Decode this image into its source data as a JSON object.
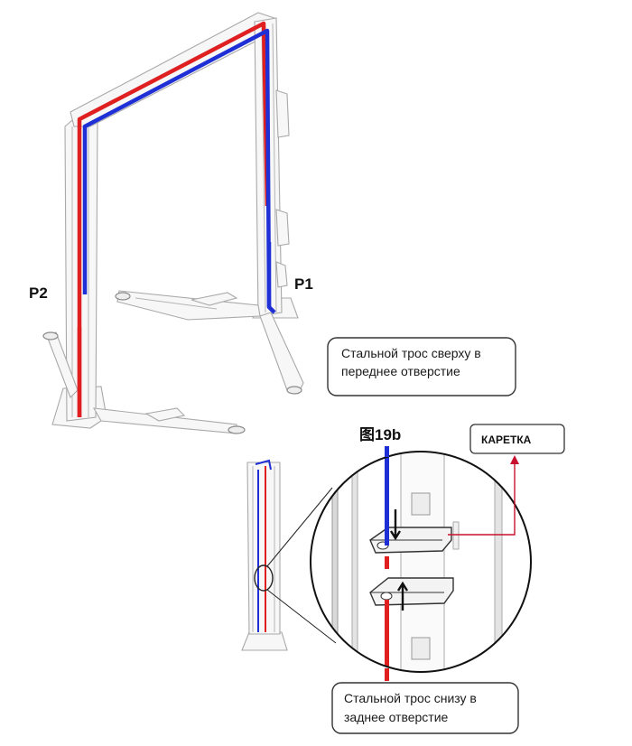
{
  "labels": {
    "post_left": "P2",
    "post_right": "P1",
    "figure": "图19b",
    "carriage": "КАРЕТКА"
  },
  "notes": {
    "top_line1": "Стальной трос сверху в",
    "top_line2": "переднее отверстие",
    "bottom_line1": "Стальной трос снизу в",
    "bottom_line2": "заднее отверстие"
  },
  "colors": {
    "cable_front": "#1f2fd6",
    "cable_rear": "#e02020",
    "leader": "#c8102e",
    "outline": "#333333"
  }
}
